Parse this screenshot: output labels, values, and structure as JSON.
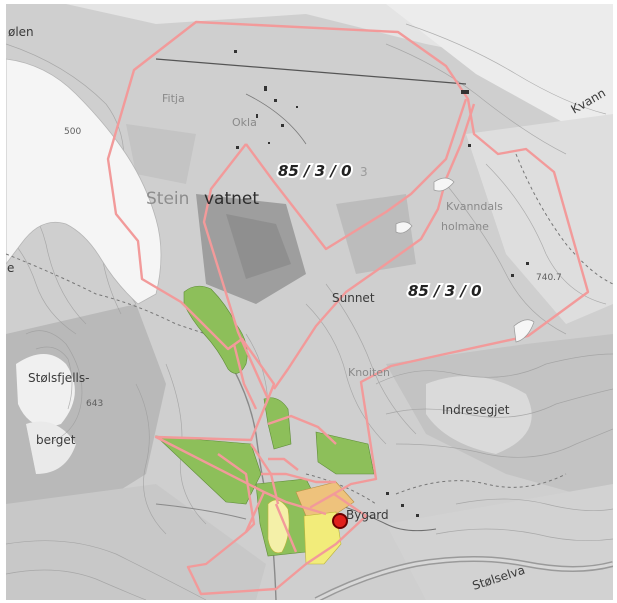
{
  "map": {
    "colors": {
      "terrain_dark": "#a9a9a9",
      "terrain_light": "#e2e2e2",
      "lake": "#f4f4f4",
      "boundary": "#f29a9a",
      "field_green": "#8dbf5a",
      "field_yellow": "#f2ec7a",
      "field_orange": "#eec27c",
      "marker": "#e0201c"
    },
    "labels": {
      "olen": "ølen",
      "kvanndal_edge": "Kvann",
      "fitja": "Fitja",
      "okla": "Okla",
      "steinavatnet_left": "Stein",
      "steinavatnet_right": "vatnet",
      "parcel_1": "85 / 3 / 0",
      "parcel_1_suffix": "3",
      "kvanndals_holmane_1": "Kvanndals",
      "kvanndals_holmane_2": "holmane",
      "parcel_2": "85 / 3 / 0",
      "sunnet": "Sunnet",
      "knoiten": "Knoiten",
      "stolsfjells_1": "Stølsfjells-",
      "stolsfjells_2": "berget",
      "indresegjet": "Indresegjet",
      "bygard": "Bygard",
      "stolselva": "Stølselva",
      "elev_500": "500",
      "elev_643": "643",
      "elev_740": "740.7",
      "e_edge": "e"
    }
  }
}
